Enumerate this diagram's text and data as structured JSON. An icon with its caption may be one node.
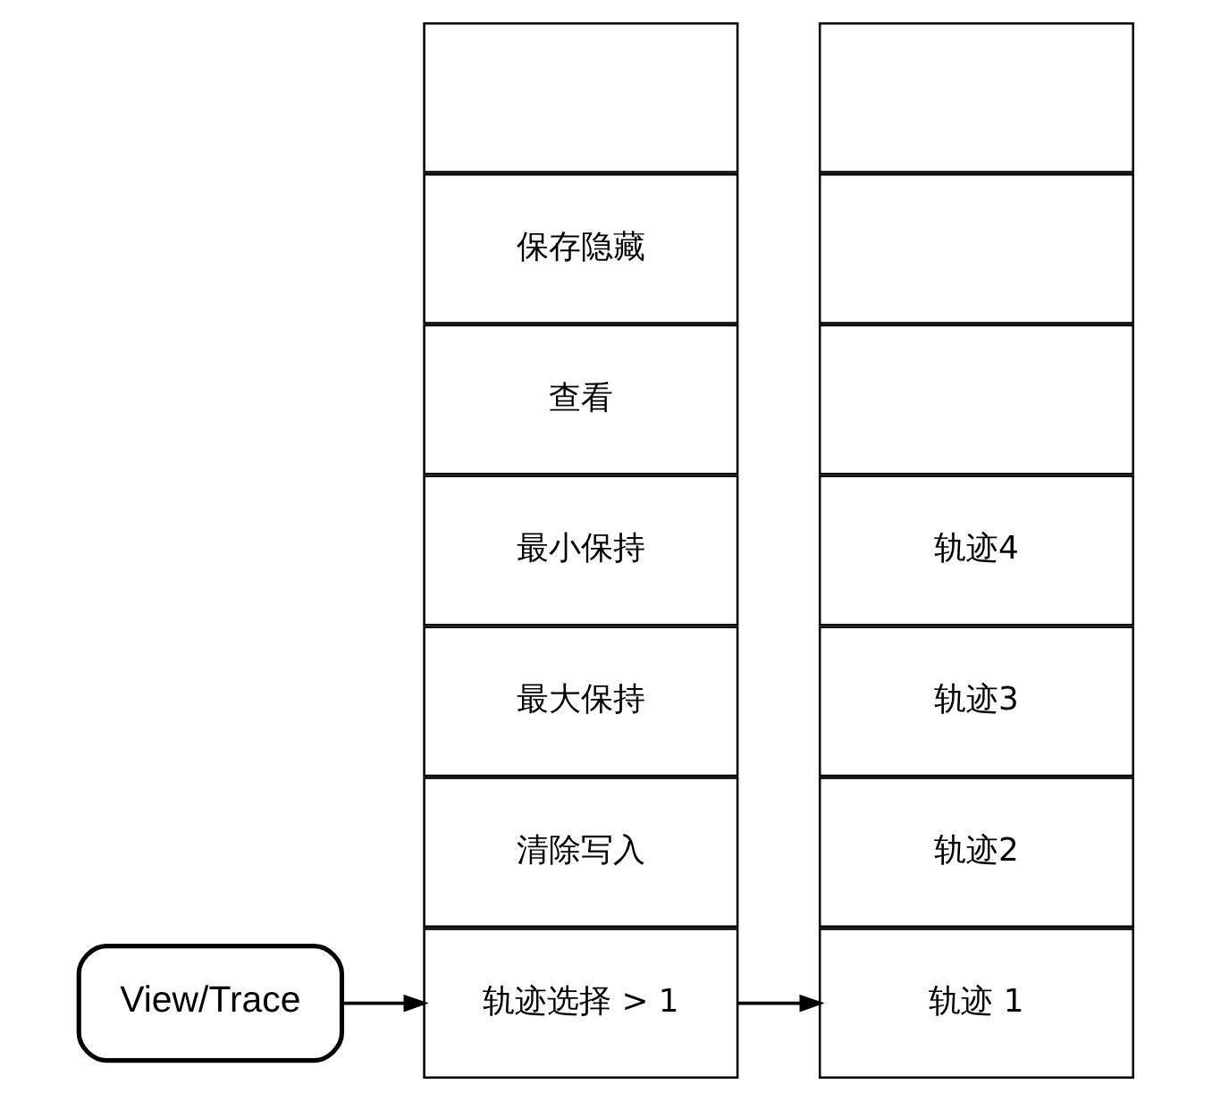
{
  "diagram": {
    "nodes": [
      {
        "text": [
          "View/Trace"
        ]
      },
      {
        "text": [
          "轨迹选择 > 1"
        ]
      },
      {
        "text": [
          "清除写入"
        ]
      },
      {
        "text": [
          "最大保持"
        ]
      },
      {
        "text": [
          "最小保持"
        ]
      },
      {
        "text": [
          "查看"
        ]
      },
      {
        "text": [
          "保存隐藏"
        ]
      },
      {
        "text": [],
        "shape": "box"
      },
      {
        "text": [
          "轨迹 1"
        ]
      },
      {
        "text": [
          "轨迹2"
        ]
      },
      {
        "text": [
          "轨迹3"
        ]
      },
      {
        "text": [
          "轨迹4"
        ]
      },
      {
        "text": [],
        "shape": "box"
      },
      {
        "text": [],
        "shape": "box"
      },
      {
        "text": [],
        "shape": "box"
      }
    ],
    "edges": [
      {
        "from": 0,
        "to": 1,
        "arrow": "to"
      },
      {
        "from": 1,
        "to": 8,
        "arrow": "to"
      }
    ]
  }
}
